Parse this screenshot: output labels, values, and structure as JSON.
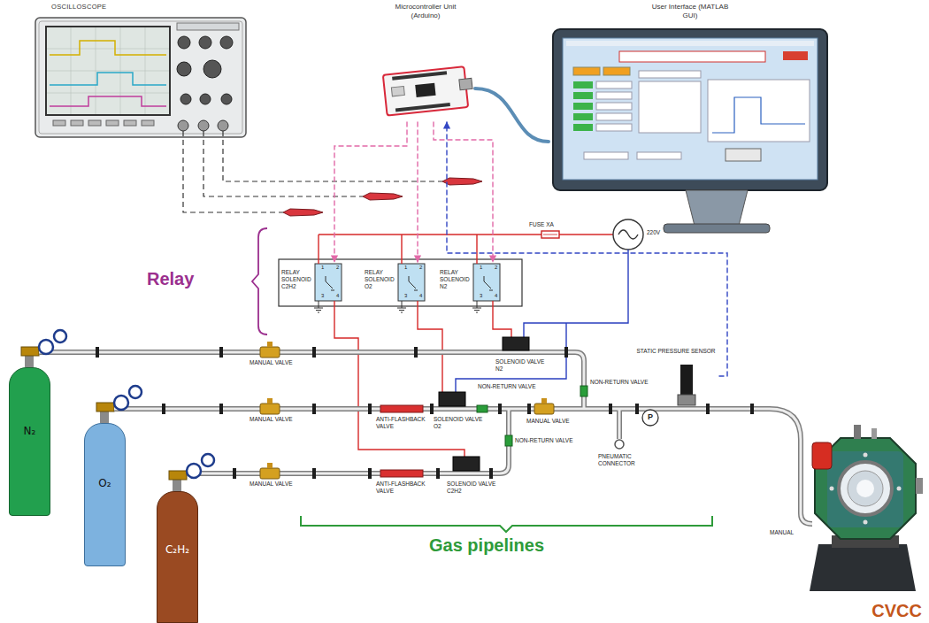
{
  "diagram": {
    "nodes": [
      {
        "text": [
          "OSCILLOSCOPE"
        ]
      },
      {
        "text": [
          "Microcontroller Unit (Arduino)"
        ]
      },
      {
        "text": [
          "User Interface (MATLAB GUI)"
        ]
      },
      {
        "text": [
          "RELAY SOLENOID C2H2"
        ]
      },
      {
        "text": [
          "RELAY SOLENOID O2"
        ]
      },
      {
        "text": [
          "RELAY SOLENOID N2"
        ]
      },
      {
        "text": [
          "STATIC PRESSURE SENSOR"
        ]
      },
      {
        "text": [
          "N₂"
        ]
      },
      {
        "text": [
          "O₂"
        ]
      },
      {
        "text": [
          "C₂H₂"
        ]
      },
      {
        "text": [
          "CVCC"
        ]
      }
    ],
    "edges": [
      {
        "from": 1,
        "to": 3,
        "arrow": "to"
      },
      {
        "from": 1,
        "to": 4,
        "arrow": "to"
      },
      {
        "from": 1,
        "to": 5,
        "arrow": "to"
      },
      {
        "from": 1,
        "to": 2,
        "arrow": "none"
      },
      {
        "from": 6,
        "to": 1,
        "arrow": "to"
      }
    ],
    "labels": [
      "Relay",
      "1",
      "2",
      "3",
      "4",
      "1",
      "2",
      "3",
      "4",
      "1",
      "2",
      "3",
      "4",
      "FUSE XA",
      "220V",
      "MANUAL VALVE",
      "SOLENOID VALVE N2",
      "MANUAL VALVE",
      "ANTI-FLASHBACK VALVE",
      "SOLENOID VALVE O2",
      "NON-RETURN VALVE",
      "MANUAL VALVE",
      "NON-RETURN VALVE",
      "PNEUMATIC CONNECTOR",
      "P",
      "MANUAL VALVE",
      "ANTI-FLASHBACK VALVE",
      "SOLENOID VALVE C2H2",
      "NON-RETURN VALVE",
      "Gas pipelines",
      "MANUAL"
    ]
  }
}
